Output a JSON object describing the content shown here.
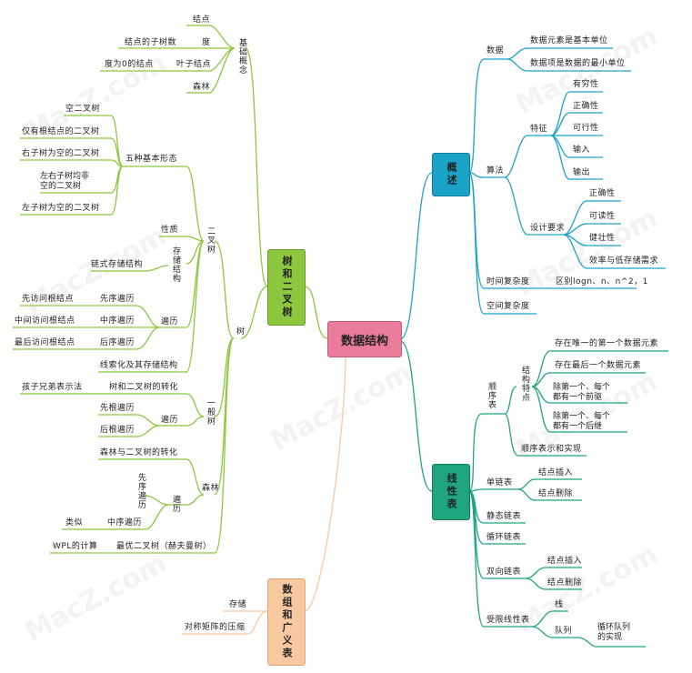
{
  "colors": {
    "blue": "#1aa3c7",
    "green": "#8dc63f",
    "orange": "#f8c9a0",
    "teal": "#1ea57d",
    "pink": "#e97c9b"
  },
  "center": "数据结构",
  "watermark": "MacZ.com",
  "overview": {
    "title": "概述",
    "data": "数据",
    "data_items": [
      "数据元素是基本单位",
      "数据项是数据的最小单位"
    ],
    "algorithm": "算法",
    "features": "特征",
    "feature_items": [
      "有穷性",
      "正确性",
      "可行性",
      "输入",
      "输出"
    ],
    "design": "设计要求",
    "design_items": [
      "正确性",
      "可读性",
      "健壮性",
      "效率与低存储需求"
    ],
    "time": "时间复杂度",
    "time_note": "区别logn、n、n^2，1",
    "space": "空间复杂度"
  },
  "linear": {
    "title": "线性表",
    "seq": "顺序表",
    "struct": "结构特点",
    "struct_items": [
      "存在唯一的第一个数据元素",
      "存在最后一个数据元素",
      "除第一个、每个\n都有一个前驱",
      "除第一个、每个\n都有一个后继"
    ],
    "seq_impl": "顺序表示和实现",
    "single": "单链表",
    "single_items": [
      "结点插入",
      "结点删除"
    ],
    "static": "静态链表",
    "circular": "循环链表",
    "double": "双向链表",
    "double_items": [
      "结点插入",
      "结点删除"
    ],
    "restricted": "受限线性表",
    "stack": "栈",
    "queue": "队列",
    "queue_note": "循环队列\n的实现"
  },
  "tree": {
    "title": "树和二叉树",
    "basic": "基础概念",
    "node": "结点",
    "degree": "度",
    "degree_note": "结点的子树数",
    "leaf": "叶子结点",
    "leaf_note": "度为0的结点",
    "forest": "森林",
    "tree": "树",
    "binary": "二叉树",
    "five_forms": "五种基本形态",
    "forms": [
      "空二叉树",
      "仅有根结点的二叉树",
      "右子树为空的二叉树",
      "左右子树均非\n空的二叉树",
      "左子树为空的二叉树"
    ],
    "property": "性质",
    "storage": "存储结构",
    "linked_storage": "链式存储结构",
    "traverse": "遍历",
    "preorder": "先序遍历",
    "preorder_note": "先访问根结点",
    "inorder": "中序遍历",
    "inorder_note": "中间访问根结点",
    "postorder": "后序遍历",
    "postorder_note": "最后访问根结点",
    "threaded": "线索化及其存储结构",
    "general": "一般树",
    "convert": "树和二叉树的转化",
    "child_sibling": "孩子兄弟表示法",
    "general_traverse": "遍历",
    "pre_root": "先根遍历",
    "post_root": "后根遍历",
    "forest2": "森林",
    "forest_convert": "森林与二叉树的转化",
    "forest_traverse": "遍历",
    "forest_pre": "先序遍历",
    "forest_in": "中序遍历",
    "similar": "类似",
    "huffman": "最优二叉树（赫夫曼树）",
    "wpl": "WPL的计算"
  },
  "array": {
    "title": "数组和广义表",
    "storage": "存储",
    "compress": "对称矩阵的压缩"
  }
}
